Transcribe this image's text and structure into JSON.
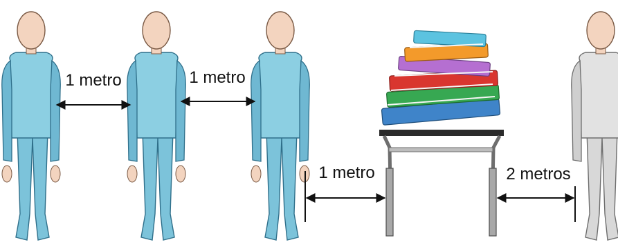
{
  "labels": {
    "gap_1": "1 metro",
    "gap_2": "1 metro",
    "gap_3": "1 metro",
    "gap_4": "2 metros"
  },
  "colors": {
    "person_fill": "#8ccfe2",
    "person_shade": "#5aa9c7",
    "person_outline": "#2f6f8a",
    "head_fill": "#f3d4bf",
    "head_outline": "#7a5a45",
    "teacher_fill": "#e2e2e2",
    "teacher_shade": "#b9b9b9",
    "teacher_outline": "#6e6e6e",
    "arrow": "#111111",
    "table": "#2b2b2b"
  },
  "icons": {
    "person": "person-icon",
    "books": "books-icon",
    "table": "table-icon"
  }
}
